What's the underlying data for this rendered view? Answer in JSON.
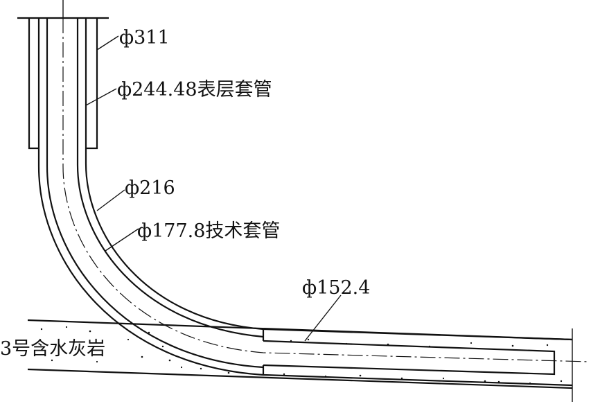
{
  "labels": {
    "hole_311": "ф311",
    "surface_casing": "ф244.48表层套管",
    "hole_216": "ф216",
    "technical_casing": "ф177.8技术套管",
    "hole_152": "ф152.4",
    "aquifer": "3号含水灰岩"
  }
}
